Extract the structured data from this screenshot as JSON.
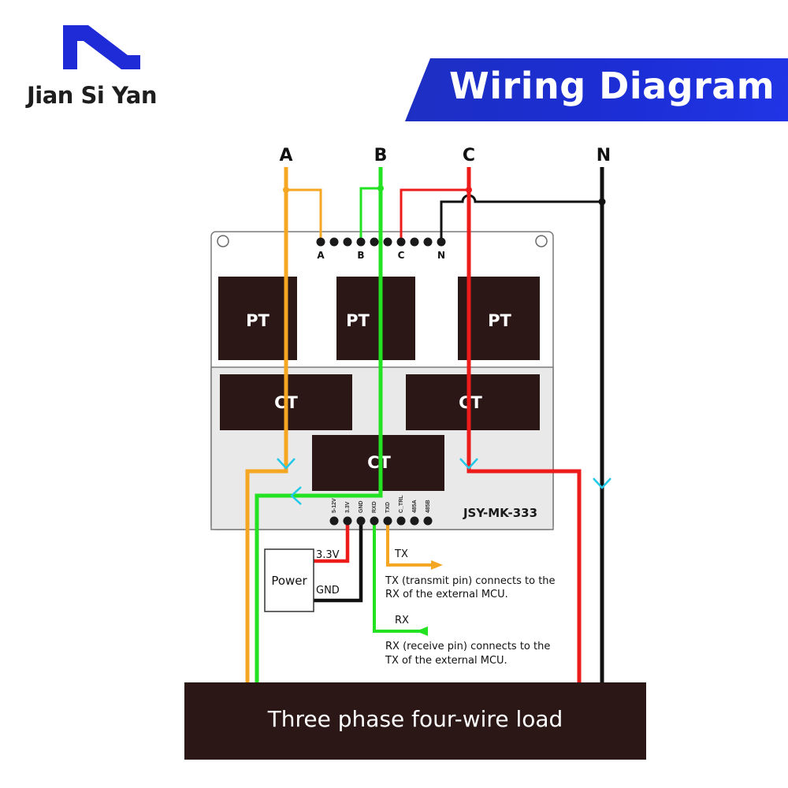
{
  "brand": {
    "name": "Jian Si Yan",
    "accent": "#1f2bd6"
  },
  "banner": {
    "title": "Wiring Diagram",
    "color": "#1d31d4"
  },
  "phases": {
    "a": "A",
    "b": "B",
    "c": "C",
    "n": "N"
  },
  "terminal_labels": {
    "a": "A",
    "b": "B",
    "c": "C",
    "n": "N"
  },
  "module": {
    "pt_label_1": "PT",
    "pt_label_2": "PT",
    "pt_label_3": "PT",
    "ct_label_1": "CT",
    "ct_label_2": "CT",
    "ct_label_3": "CT",
    "model": "JSY-MK-333",
    "pins": [
      "5-12V",
      "3.3V",
      "GND",
      "RXD",
      "TXD",
      "C_TRL",
      "485A",
      "485B"
    ]
  },
  "power": {
    "label": "Power",
    "v33": "3.3V",
    "gnd": "GND"
  },
  "signals": {
    "tx": {
      "label": "TX",
      "line1": "TX (transmit pin) connects to the",
      "line2": "RX of the external MCU."
    },
    "rx": {
      "label": "RX",
      "line1": "RX (receive pin) connects to the",
      "line2": "TX of the external MCU."
    }
  },
  "load": {
    "label": "Three phase four-wire load"
  },
  "colors": {
    "phase_a": "#f5a623",
    "phase_b": "#22e222",
    "phase_c": "#ee1b1b",
    "neutral": "#111111",
    "block": "#2b1716",
    "arrow": "#22c8e8"
  }
}
